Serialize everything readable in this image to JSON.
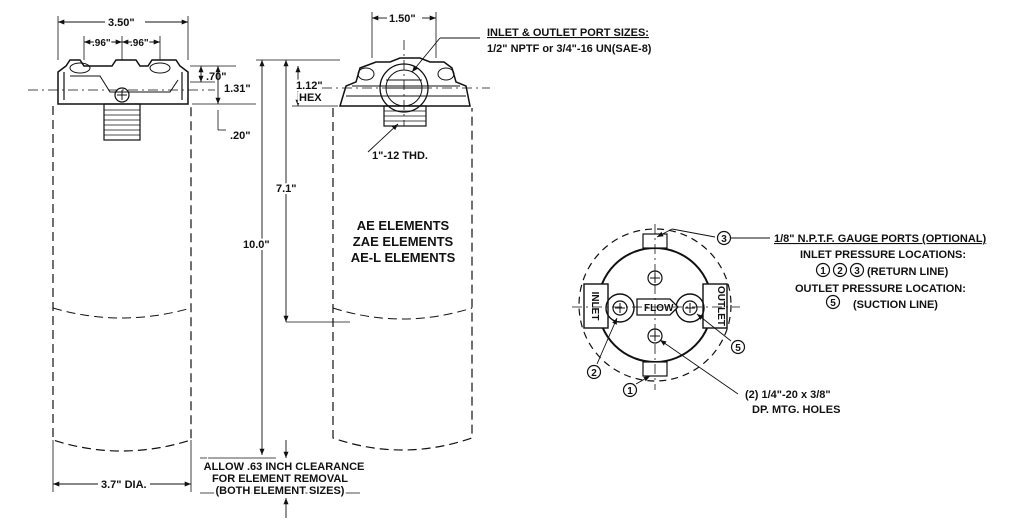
{
  "dims": {
    "width_350": "3.50\"",
    "width_096_a": ".96\"",
    "width_096_b": ".96\"",
    "height_070": ".70\"",
    "height_131": "1.31\"",
    "depth_020": ".20\"",
    "height_100": "10.0\"",
    "height_71": "7.1\"",
    "hex_112": "1.12\"",
    "hex_label": "HEX",
    "width_150": "1.50\"",
    "thread": "1\"-12 THD.",
    "dia": "3.7\" DIA."
  },
  "ports": {
    "title": "INLET & OUTLET PORT SIZES:",
    "sizes": "1/2\" NPTF or 3/4\"-16 UN(SAE-8)"
  },
  "elements": [
    "AE ELEMENTS",
    "ZAE ELEMENTS",
    "AE-L ELEMENTS"
  ],
  "clearance": [
    "ALLOW .63 INCH CLEARANCE",
    "FOR ELEMENT REMOVAL",
    "(BOTH ELEMENT SIZES)"
  ],
  "top_view": {
    "inlet": "INLET",
    "outlet": "OUTLET",
    "flow": "FLOW",
    "callout_1": "1",
    "callout_2": "2",
    "callout_3": "3",
    "callout_5": "5",
    "mtg_line1": "(2) 1/4\"-20 x 3/8\"",
    "mtg_line2": "DP. MTG. HOLES"
  },
  "notes": {
    "gauge": "1/8\" N.P.T.F. GAUGE PORTS (OPTIONAL)",
    "inlet_title": "INLET PRESSURE LOCATIONS:",
    "inlet_nums": [
      "1",
      "2",
      "3"
    ],
    "inlet_desc": "(RETURN LINE)",
    "outlet_title": "OUTLET PRESSURE LOCATION:",
    "outlet_num": "5",
    "outlet_desc": "(SUCTION LINE)"
  }
}
